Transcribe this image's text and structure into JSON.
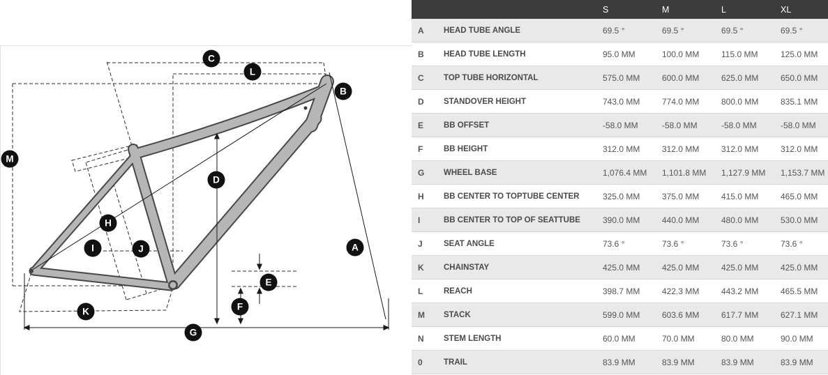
{
  "diagram": {
    "labels": {
      "a": "A",
      "b": "B",
      "c": "C",
      "d": "D",
      "e": "E",
      "f": "F",
      "g": "G",
      "h": "H",
      "i": "I",
      "j": "J",
      "k": "K",
      "l": "L",
      "m": "M"
    }
  },
  "table": {
    "columns": [
      "S",
      "M",
      "L",
      "XL"
    ],
    "rows": [
      {
        "key": "A",
        "label": "HEAD TUBE ANGLE",
        "values": [
          "69.5 °",
          "69.5 °",
          "69.5 °",
          "69.5 °"
        ]
      },
      {
        "key": "B",
        "label": "HEAD TUBE LENGTH",
        "values": [
          "95.0 MM",
          "100.0 MM",
          "115.0 MM",
          "125.0 MM"
        ]
      },
      {
        "key": "C",
        "label": "TOP TUBE HORIZONTAL",
        "values": [
          "575.0 MM",
          "600.0 MM",
          "625.0 MM",
          "650.0 MM"
        ]
      },
      {
        "key": "D",
        "label": "STANDOVER HEIGHT",
        "values": [
          "743.0 MM",
          "774.0 MM",
          "800.0 MM",
          "835.1 MM"
        ]
      },
      {
        "key": "E",
        "label": "BB OFFSET",
        "values": [
          "-58.0 MM",
          "-58.0 MM",
          "-58.0 MM",
          "-58.0 MM"
        ]
      },
      {
        "key": "F",
        "label": "BB HEIGHT",
        "values": [
          "312.0 MM",
          "312.0 MM",
          "312.0 MM",
          "312.0 MM"
        ]
      },
      {
        "key": "G",
        "label": "WHEEL BASE",
        "values": [
          "1,076.4 MM",
          "1,101.8 MM",
          "1,127.9 MM",
          "1,153.7 MM"
        ]
      },
      {
        "key": "H",
        "label": "BB CENTER TO TOPTUBE CENTER",
        "values": [
          "325.0 MM",
          "375.0 MM",
          "415.0 MM",
          "465.0 MM"
        ]
      },
      {
        "key": "I",
        "label": "BB CENTER TO TOP OF SEATTUBE",
        "values": [
          "390.0 MM",
          "440.0 MM",
          "480.0 MM",
          "530.0 MM"
        ]
      },
      {
        "key": "J",
        "label": "SEAT ANGLE",
        "values": [
          "73.6 °",
          "73.6 °",
          "73.6 °",
          "73.6 °"
        ]
      },
      {
        "key": "K",
        "label": "CHAINSTAY",
        "values": [
          "425.0 MM",
          "425.0 MM",
          "425.0 MM",
          "425.0 MM"
        ]
      },
      {
        "key": "L",
        "label": "REACH",
        "values": [
          "398.7 MM",
          "422.3 MM",
          "443.2 MM",
          "465.5 MM"
        ]
      },
      {
        "key": "M",
        "label": "STACK",
        "values": [
          "599.0 MM",
          "603.6 MM",
          "617.7 MM",
          "627.1 MM"
        ]
      },
      {
        "key": "N",
        "label": "STEM LENGTH",
        "values": [
          "60.0 MM",
          "70.0 MM",
          "80.0 MM",
          "90.0 MM"
        ]
      },
      {
        "key": "0",
        "label": "TRAIL",
        "values": [
          "83.9 MM",
          "83.9 MM",
          "83.9 MM",
          "83.9 MM"
        ]
      }
    ]
  }
}
